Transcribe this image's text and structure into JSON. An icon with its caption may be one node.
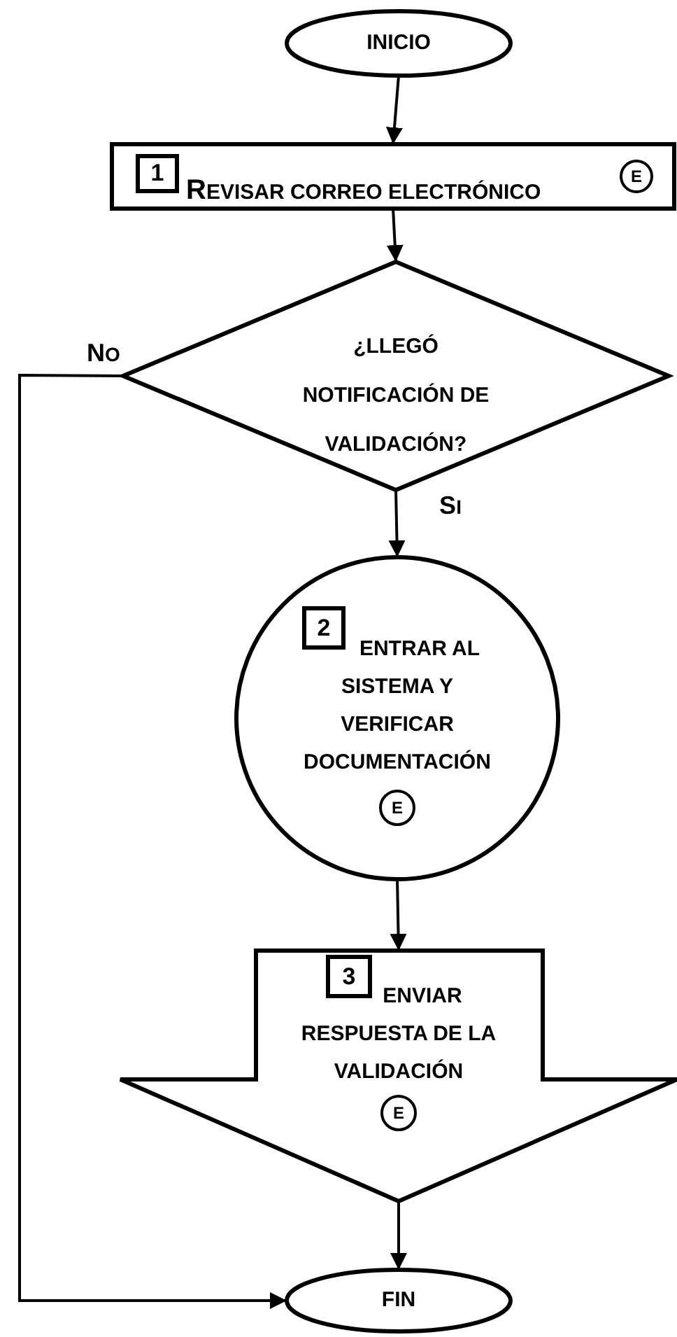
{
  "diagram": {
    "nodes": [
      {
        "text": [
          "INICIO"
        ]
      },
      {
        "text": [
          "REVISAR CORREO ELECTRÓNICO"
        ]
      },
      {
        "text": [
          "1"
        ],
        "in": 1
      },
      {
        "text": [
          "E"
        ],
        "in": 1
      },
      {
        "text": [
          "¿LLEGÓ NOTIFICACIÓN DE VALIDACIÓN?"
        ]
      },
      {
        "text": [
          "ENTRAR AL SISTEMA Y VERIFICAR DOCUMENTACIÓN"
        ]
      },
      {
        "text": [
          "2"
        ],
        "in": 5
      },
      {
        "text": [
          "E"
        ],
        "in": 5
      },
      {
        "text": [
          "ENVIAR RESPUESTA DE LA VALIDACIÓN"
        ]
      },
      {
        "text": [
          "3"
        ],
        "in": 8
      },
      {
        "text": [
          "E"
        ],
        "in": 8
      },
      {
        "text": [
          "FIN"
        ]
      }
    ],
    "edges": [
      {
        "from": 0,
        "to": 1,
        "arrow": "to"
      },
      {
        "from": 1,
        "to": 4,
        "arrow": "to"
      },
      {
        "from": 4,
        "to": 5,
        "arrow": "to",
        "label": "SI"
      },
      {
        "from": 5,
        "to": 8,
        "arrow": "to"
      },
      {
        "from": 8,
        "to": 11,
        "arrow": "to"
      },
      {
        "from": 4,
        "to": 11,
        "arrow": "to",
        "label": "NO"
      }
    ]
  }
}
